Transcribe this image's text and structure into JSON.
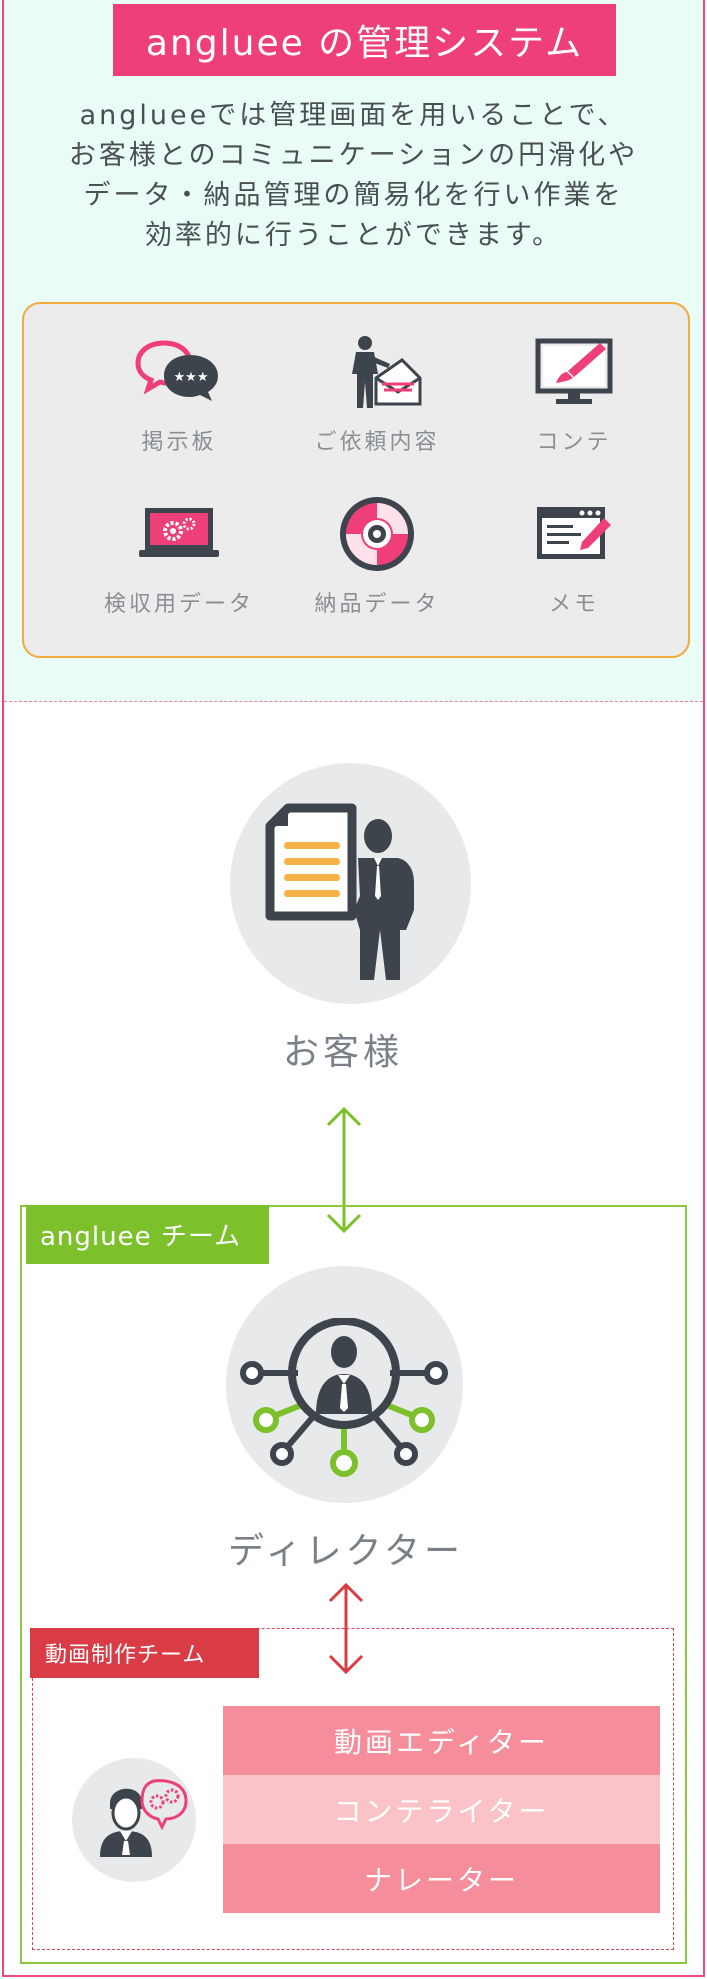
{
  "header": {
    "title": "angluee の管理システム"
  },
  "intro": {
    "lines": [
      "anglueeでは管理画面を用いることで、",
      "お客様とのコミュニケーションの円滑化や",
      "データ・納品管理の簡易化を行い作業を",
      "効率的に行うことができます。"
    ]
  },
  "features": [
    {
      "label": "掲示板",
      "icon": "chat-bubbles-icon"
    },
    {
      "label": "ご依頼内容",
      "icon": "man-envelope-icon"
    },
    {
      "label": "コンテ",
      "icon": "monitor-brush-icon"
    },
    {
      "label": "検収用データ",
      "icon": "laptop-gears-icon"
    },
    {
      "label": "納品データ",
      "icon": "disc-icon"
    },
    {
      "label": "メモ",
      "icon": "memo-window-icon"
    }
  ],
  "customer": {
    "label": "お客様",
    "icon": "document-presenter-icon"
  },
  "team": {
    "label": "angluee チーム",
    "director": {
      "label": "ディレクター",
      "icon": "network-person-icon"
    }
  },
  "production": {
    "label": "動画制作チーム",
    "icon": "team-member-gear-icon",
    "roles": [
      "動画エディター",
      "コンテライター",
      "ナレーター"
    ]
  },
  "colors": {
    "accent_pink": "#ee3f78",
    "team_green": "#7cc02b",
    "production_red": "#d93c44",
    "icon_dark": "#3e444b"
  }
}
